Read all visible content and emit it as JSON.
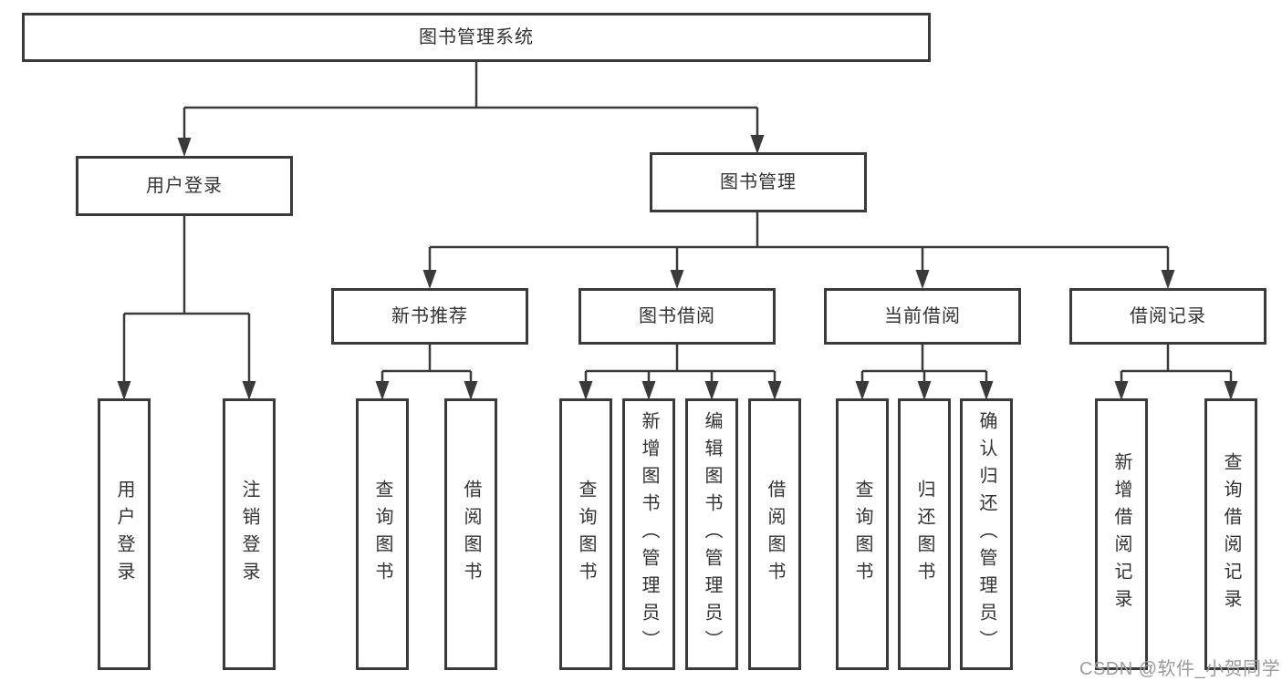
{
  "tree": {
    "label": "图书管理系统",
    "children": [
      {
        "label": "用户登录",
        "children": [
          {
            "label": "用户登录"
          },
          {
            "label": "注销登录"
          }
        ]
      },
      {
        "label": "图书管理",
        "children": [
          {
            "label": "新书推荐",
            "children": [
              {
                "label": "查询图书"
              },
              {
                "label": "借阅图书"
              }
            ]
          },
          {
            "label": "图书借阅",
            "children": [
              {
                "label": "查询图书"
              },
              {
                "label": "新增图书（管理员）"
              },
              {
                "label": "编辑图书（管理员）"
              },
              {
                "label": "借阅图书"
              }
            ]
          },
          {
            "label": "当前借阅",
            "children": [
              {
                "label": "查询图书"
              },
              {
                "label": "归还图书"
              },
              {
                "label": "确认归还（管理员）"
              }
            ]
          },
          {
            "label": "借阅记录",
            "children": [
              {
                "label": "新增借阅记录"
              },
              {
                "label": "查询借阅记录"
              }
            ]
          }
        ]
      }
    ]
  },
  "watermark": {
    "text": "CSDN @软件_小贺同学"
  },
  "colors": {
    "line": "#3a3a3a",
    "text": "#333333",
    "watermark": "#9b9b9b"
  }
}
